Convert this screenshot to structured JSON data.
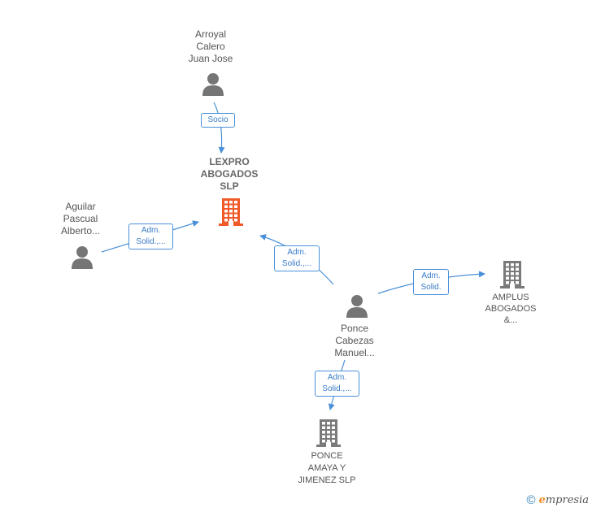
{
  "colors": {
    "edge": "#4a90d9",
    "person_icon": "#757575",
    "company_icon": "#7a7a7a",
    "focus_company_icon": "#f05a28",
    "label_text": "#555555"
  },
  "nodes": {
    "arroyal": {
      "type": "person",
      "lines": [
        "Arroyal",
        "Calero",
        "Juan Jose"
      ]
    },
    "lexpro": {
      "type": "company-focus",
      "lines": [
        "LEXPRO",
        "ABOGADOS",
        "SLP"
      ]
    },
    "aguilar": {
      "type": "person",
      "lines": [
        "Aguilar",
        "Pascual",
        "Alberto..."
      ]
    },
    "ponce_person": {
      "type": "person",
      "lines": [
        "Ponce",
        "Cabezas",
        "Manuel..."
      ]
    },
    "amplus": {
      "type": "company",
      "lines": [
        "AMPLUS",
        "ABOGADOS",
        "&..."
      ]
    },
    "ponce_company": {
      "type": "company",
      "lines": [
        "PONCE",
        "AMAYA Y",
        "JIMENEZ SLP"
      ]
    }
  },
  "edges": {
    "arroyal_lexpro": {
      "lines": [
        "Socio"
      ]
    },
    "aguilar_lexpro": {
      "lines": [
        "Adm.",
        "Solid.,..."
      ]
    },
    "ponce_lexpro": {
      "lines": [
        "Adm.",
        "Solid.,..."
      ]
    },
    "ponce_amplus": {
      "lines": [
        "Adm.",
        "Solid."
      ]
    },
    "ponce_poncecompany": {
      "lines": [
        "Adm.",
        "Solid.,..."
      ]
    }
  },
  "footer": {
    "copyright_symbol": "©",
    "brand_initial": "e",
    "brand_rest": "mpresia"
  }
}
